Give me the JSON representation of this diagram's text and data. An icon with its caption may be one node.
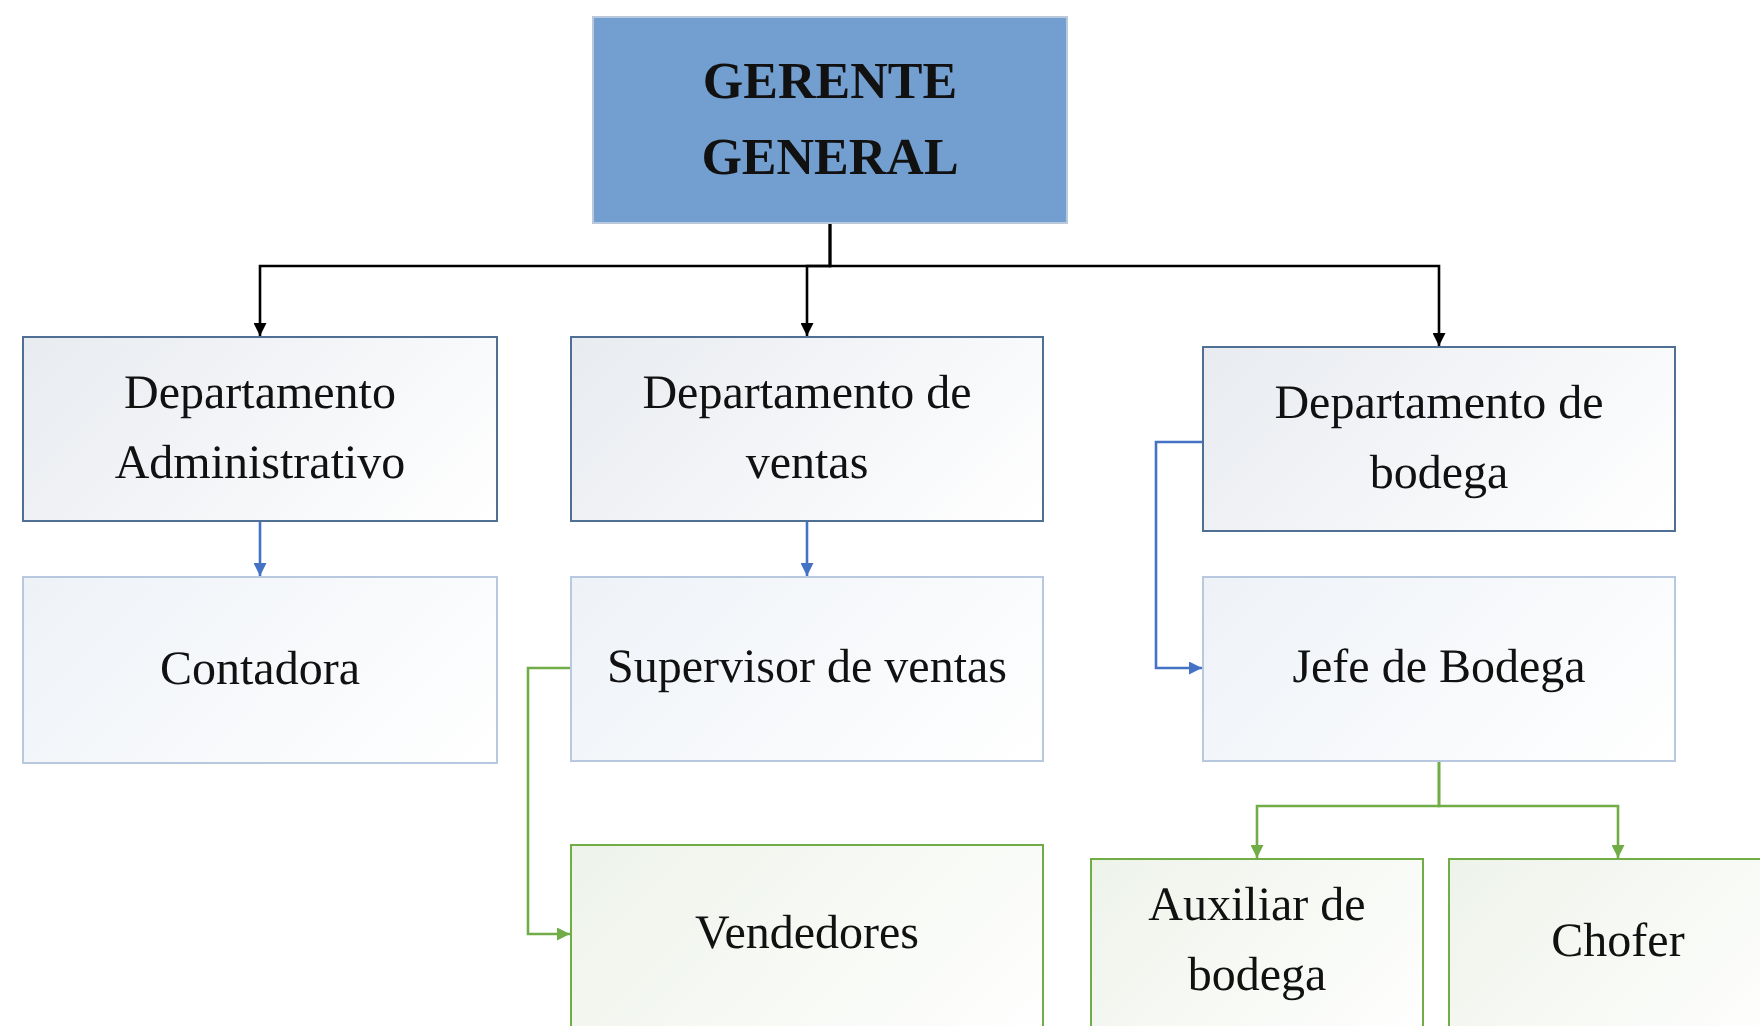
{
  "diagram": {
    "nodes": [
      {
        "text": [
          "GERENTE GENERAL"
        ]
      },
      {
        "text": [
          "Departamento Administrativo"
        ]
      },
      {
        "text": [
          "Departamento de ventas"
        ]
      },
      {
        "text": [
          "Departamento de bodega"
        ]
      },
      {
        "text": [
          "Contadora"
        ]
      },
      {
        "text": [
          "Supervisor de ventas"
        ]
      },
      {
        "text": [
          "Jefe de Bodega"
        ]
      },
      {
        "text": [
          "Vendedores"
        ]
      },
      {
        "text": [
          "Auxiliar de bodega"
        ]
      },
      {
        "text": [
          "Chofer"
        ]
      }
    ],
    "edges": [
      {
        "from": 0,
        "to": 1,
        "arrow": "to",
        "color": "#000000"
      },
      {
        "from": 0,
        "to": 2,
        "arrow": "to",
        "color": "#000000"
      },
      {
        "from": 0,
        "to": 3,
        "arrow": "to",
        "color": "#000000"
      },
      {
        "from": 1,
        "to": 4,
        "arrow": "to",
        "color": "#4472c4"
      },
      {
        "from": 2,
        "to": 5,
        "arrow": "to",
        "color": "#4472c4"
      },
      {
        "from": 3,
        "to": 6,
        "arrow": "to",
        "color": "#4472c4"
      },
      {
        "from": 5,
        "to": 7,
        "arrow": "to",
        "color": "#70ad47"
      },
      {
        "from": 6,
        "to": 8,
        "arrow": "to",
        "color": "#70ad47"
      },
      {
        "from": 6,
        "to": 9,
        "arrow": "to",
        "color": "#70ad47"
      }
    ]
  }
}
